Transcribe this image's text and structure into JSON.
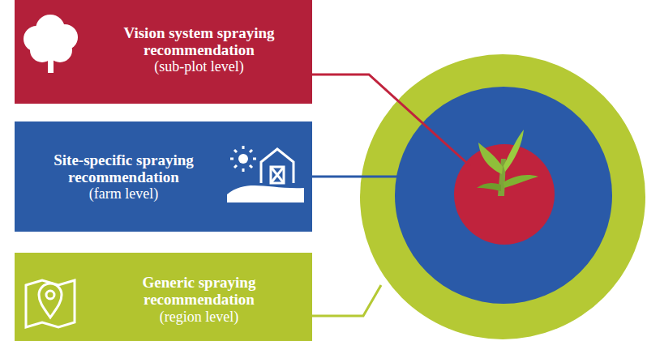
{
  "diagram": {
    "nodes": [
      {
        "text": [
          "Vision system spraying recommendation",
          "(sub-plot level)"
        ]
      },
      {
        "text": [
          "Site-specific spraying recommendation",
          "(farm level)"
        ]
      },
      {
        "text": [
          "Generic spraying recommendation",
          "(region level)"
        ]
      }
    ]
  }
}
